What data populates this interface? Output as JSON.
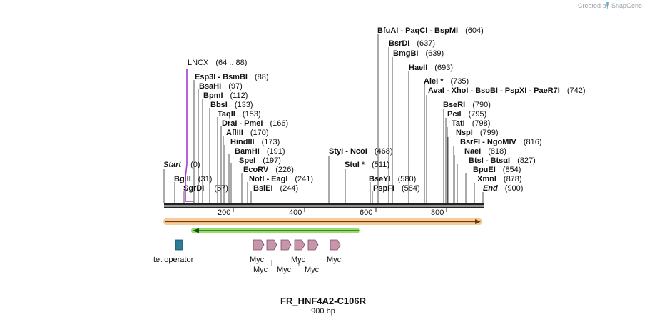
{
  "credit": {
    "prefix": "Created by",
    "brand": "SnapGene"
  },
  "map": {
    "title": "FR_HNF4A2-C106R",
    "length_label": "900 bp",
    "length": 900,
    "ticks": [
      200,
      400,
      600,
      800
    ],
    "primer": {
      "name": "LNCX",
      "range": "(64 .. 88)",
      "color": "#a23fd1"
    },
    "sites": [
      {
        "name": "BfuAI  -  PaqCI  -  BspMI",
        "pos": "(604)",
        "bp": 604
      },
      {
        "name": "BsrDI",
        "pos": "(637)",
        "bp": 637
      },
      {
        "name": "BmgBI",
        "pos": "(639)",
        "bp": 639
      },
      {
        "name": "HaeII",
        "pos": "(693)",
        "bp": 693
      },
      {
        "name": "AleI *",
        "pos": "(735)",
        "bp": 735
      },
      {
        "name": "AvaI  -  XhoI  -  BsoBI  -  PspXI  -  PaeR7I",
        "pos": "(742)",
        "bp": 742
      },
      {
        "name": "BseRI",
        "pos": "(790)",
        "bp": 790
      },
      {
        "name": "PciI",
        "pos": "(795)",
        "bp": 795
      },
      {
        "name": "TatI",
        "pos": "(798)",
        "bp": 798
      },
      {
        "name": "NspI",
        "pos": "(799)",
        "bp": 799
      },
      {
        "name": "BsrFI  -  NgoMIV",
        "pos": "(816)",
        "bp": 816
      },
      {
        "name": "NaeI",
        "pos": "(818)",
        "bp": 818
      },
      {
        "name": "BtsI  -  BtsαI",
        "pos": "(827)",
        "bp": 827
      },
      {
        "name": "BpuEI",
        "pos": "(854)",
        "bp": 854
      },
      {
        "name": "XmnI",
        "pos": "(878)",
        "bp": 878
      },
      {
        "name": "End",
        "pos": "(900)",
        "bp": 900,
        "italic": true
      },
      {
        "name": "Esp3I  -  BsmBI",
        "pos": "(88)",
        "bp": 88
      },
      {
        "name": "BsaHI",
        "pos": "(97)",
        "bp": 97
      },
      {
        "name": "BpmI",
        "pos": "(112)",
        "bp": 112
      },
      {
        "name": "BbsI",
        "pos": "(133)",
        "bp": 133
      },
      {
        "name": "TaqII",
        "pos": "(153)",
        "bp": 153
      },
      {
        "name": "DraI  -  PmeI",
        "pos": "(166)",
        "bp": 166
      },
      {
        "name": "AflIII",
        "pos": "(170)",
        "bp": 170
      },
      {
        "name": "HindIII",
        "pos": "(173)",
        "bp": 173
      },
      {
        "name": "BamHI",
        "pos": "(191)",
        "bp": 191
      },
      {
        "name": "SpeI",
        "pos": "(197)",
        "bp": 197
      },
      {
        "name": "EcoRV",
        "pos": "(226)",
        "bp": 226
      },
      {
        "name": "NotI  -  EagI",
        "pos": "(241)",
        "bp": 241
      },
      {
        "name": "BsiEI",
        "pos": "(244)",
        "bp": 244
      },
      {
        "name": "Start",
        "pos": "(0)",
        "bp": 0,
        "italic": true
      },
      {
        "name": "BglII",
        "pos": "(31)",
        "bp": 31
      },
      {
        "name": "SgrDI",
        "pos": "(57)",
        "bp": 57
      },
      {
        "name": "StyI  -  NcoI",
        "pos": "(468)",
        "bp": 468
      },
      {
        "name": "StuI *",
        "pos": "(511)",
        "bp": 511
      },
      {
        "name": "BseYI",
        "pos": "(580)",
        "bp": 580
      },
      {
        "name": "PspFI",
        "pos": "(584)",
        "bp": 584
      }
    ],
    "features": {
      "tet_operator": "tet operator",
      "myc_labels": [
        "Myc",
        "Myc",
        "Myc",
        "Myc",
        "Myc",
        "Myc"
      ]
    },
    "colors": {
      "orange_bar": "#f3b56b",
      "green_arrow": "#7dd64a",
      "tet_box": "#2e7d96",
      "myc_arrow": "#c796ad"
    }
  }
}
